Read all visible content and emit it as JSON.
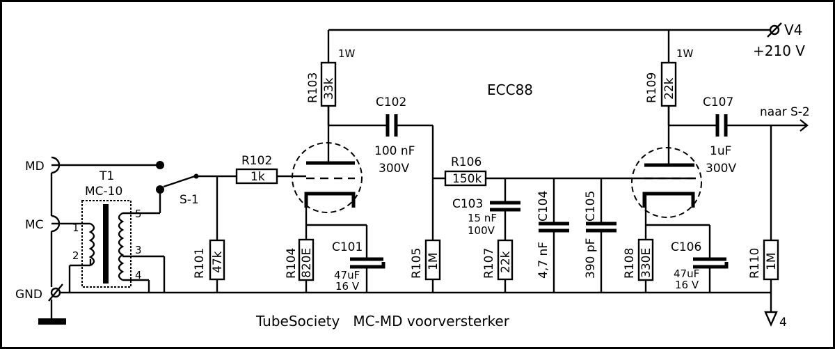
{
  "title": "TubeSociety   MC-MD voorversterker",
  "tube": "ECC88",
  "supply": {
    "node": "V4",
    "voltage": "+210 V"
  },
  "output": {
    "label": "naar S-2"
  },
  "ground_node": "4",
  "inputs": {
    "md": "MD",
    "mc": "MC",
    "gnd": "GND"
  },
  "switch": "S-1",
  "transformer": {
    "ref": "T1",
    "type": "MC-10",
    "pins": [
      "1",
      "2",
      "3",
      "4",
      "5"
    ]
  },
  "resistors": {
    "r101": {
      "ref": "R101",
      "value": "47k"
    },
    "r102": {
      "ref": "R102",
      "value": "1k"
    },
    "r103": {
      "ref": "R103",
      "value": "33k",
      "power": "1W"
    },
    "r104": {
      "ref": "R104",
      "value": "820E"
    },
    "r105": {
      "ref": "R105",
      "value": "1M"
    },
    "r106": {
      "ref": "R106",
      "value": "150k"
    },
    "r107": {
      "ref": "R107",
      "value": "22k"
    },
    "r108": {
      "ref": "R108",
      "value": "330E"
    },
    "r109": {
      "ref": "R109",
      "value": "22k",
      "power": "1W"
    },
    "r110": {
      "ref": "R110",
      "value": "1M"
    }
  },
  "capacitors": {
    "c101": {
      "ref": "C101",
      "value": "47uF",
      "voltage": "16 V"
    },
    "c102": {
      "ref": "C102",
      "value": "100 nF",
      "voltage": "300V"
    },
    "c103": {
      "ref": "C103",
      "value": "15 nF",
      "voltage": "100V"
    },
    "c104": {
      "ref": "C104",
      "value": "4,7 nF"
    },
    "c105": {
      "ref": "C105",
      "value": "390 pF"
    },
    "c106": {
      "ref": "C106",
      "value": "47uF",
      "voltage": "16 V"
    },
    "c107": {
      "ref": "C107",
      "value": "1uF",
      "voltage": "300V"
    }
  }
}
